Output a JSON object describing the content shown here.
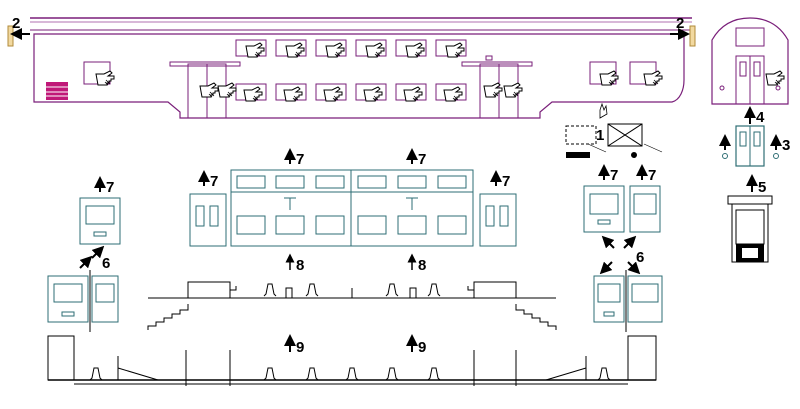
{
  "colors": {
    "car_outline": "#7a1f7a",
    "car_outline_light": "#b070b0",
    "section_outline": "#2e6e74",
    "section_fill": "#ffffff",
    "window": "#2e6e74",
    "cab_marker": "#e8b84a",
    "stripe": "#c01878",
    "arrow": "#000000"
  },
  "callouts": {
    "c1": "1",
    "c2_left": "2",
    "c2_right": "2",
    "c3": "3",
    "c4": "4",
    "c5": "5",
    "c6_left": "6",
    "c6_right": "6",
    "c7_a": "7",
    "c7_b": "7",
    "c7_c": "7",
    "c7_d": "7",
    "c7_e": "7",
    "c7_f": "7",
    "c8_a": "8",
    "c8_b": "8",
    "c9_a": "9",
    "c9_b": "9"
  },
  "icons": {
    "hand": "pointing-hand-icon",
    "arrow": "arrow-icon",
    "car": "bilevel-coach-icon"
  }
}
